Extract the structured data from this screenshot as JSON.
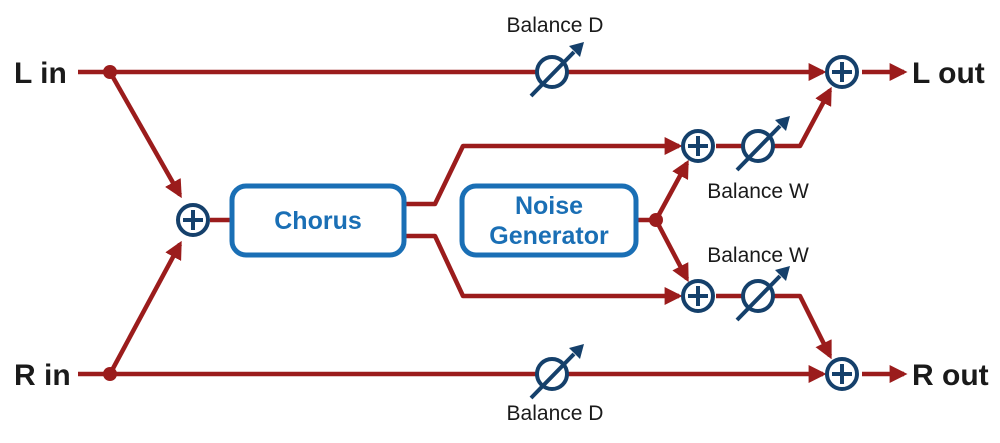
{
  "inputs": {
    "left": "L in",
    "right": "R in"
  },
  "outputs": {
    "left": "L out",
    "right": "R out"
  },
  "blocks": {
    "chorus": "Chorus",
    "noise_line1": "Noise",
    "noise_line2": "Generator"
  },
  "balance": {
    "dry_top": "Balance D",
    "dry_bottom": "Balance D",
    "wet_top": "Balance W",
    "wet_bottom": "Balance W"
  },
  "colors": {
    "signal_line": "#9b1c1c",
    "block_outline": "#1a6fb5",
    "mixer_symbol": "#15406b"
  }
}
